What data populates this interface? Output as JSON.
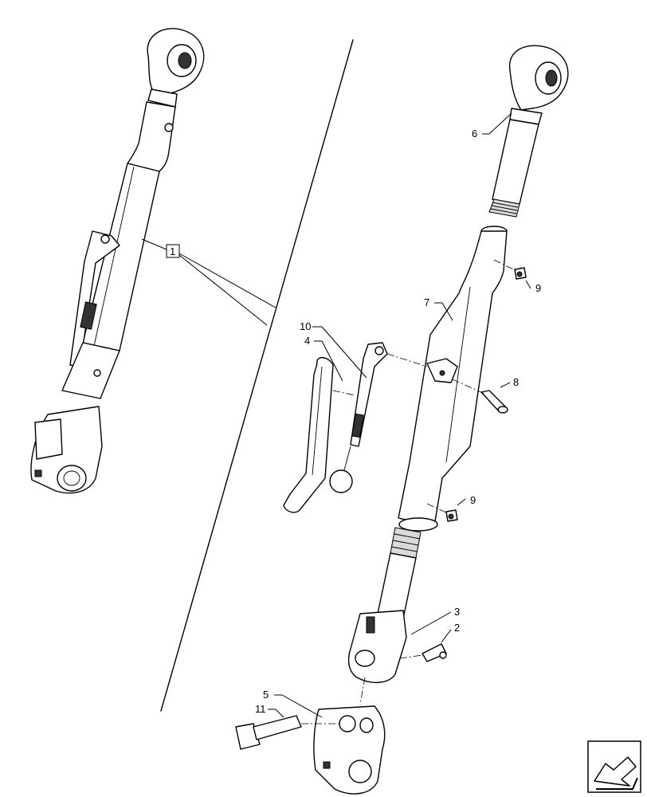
{
  "callouts": {
    "c1": "1",
    "c2": "2",
    "c3": "3",
    "c4": "4",
    "c5": "5",
    "c6": "6",
    "c7": "7",
    "c8": "8",
    "c9a": "9",
    "c9b": "9",
    "c10": "10",
    "c11": "11"
  },
  "nav_icon": "next-page-arrow-icon"
}
